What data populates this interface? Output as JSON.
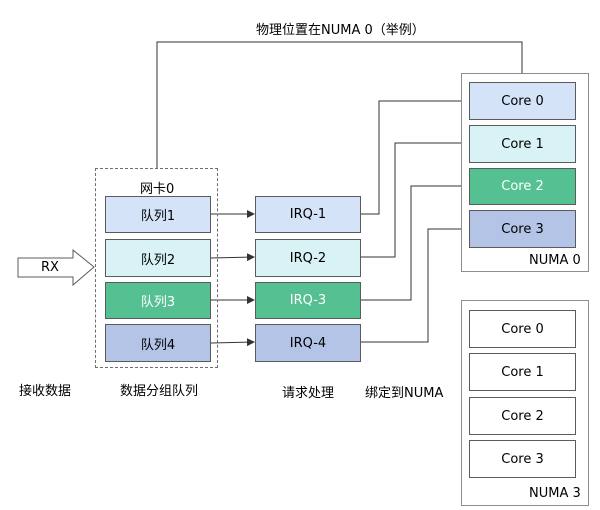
{
  "top_label": "物理位置在NUMA 0（举例）",
  "rx": "RX",
  "nic_label": "网卡0",
  "queues": [
    "队列1",
    "队列2",
    "队列3",
    "队列4"
  ],
  "irqs": [
    "IRQ-1",
    "IRQ-2",
    "IRQ-3",
    "IRQ-4"
  ],
  "numa0": {
    "label": "NUMA 0",
    "cores": [
      "Core 0",
      "Core 1",
      "Core 2",
      "Core 3"
    ]
  },
  "numa3": {
    "label": "NUMA 3",
    "cores": [
      "Core 0",
      "Core 1",
      "Core 2",
      "Core 3"
    ]
  },
  "stage_labels": {
    "receive": "接收数据",
    "group": "数据分组队列",
    "process": "请求处理",
    "bind": "绑定到NUMA"
  }
}
